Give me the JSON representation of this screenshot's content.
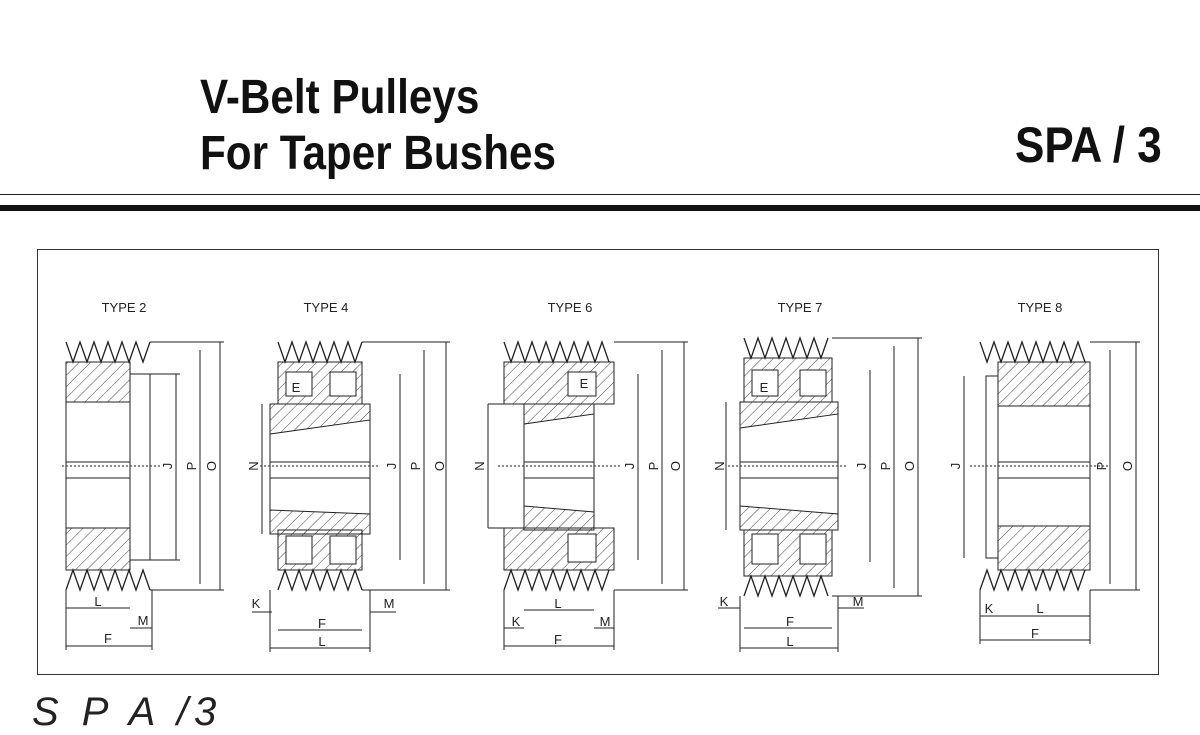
{
  "header": {
    "title_line1": "V-Belt  Pulleys",
    "title_line2": "For Taper Bushes",
    "code": "SPA / 3"
  },
  "types": [
    {
      "label": "TYPE 2",
      "dims": [
        "J",
        "P",
        "O",
        "L",
        "M",
        "F"
      ]
    },
    {
      "label": "TYPE 4",
      "dims": [
        "E",
        "N",
        "J",
        "P",
        "O",
        "K",
        "M",
        "F",
        "L"
      ]
    },
    {
      "label": "TYPE 6",
      "dims": [
        "E",
        "N",
        "J",
        "P",
        "O",
        "L",
        "K",
        "M",
        "F"
      ]
    },
    {
      "label": "TYPE 7",
      "dims": [
        "E",
        "N",
        "J",
        "P",
        "O",
        "K",
        "M",
        "F",
        "L"
      ]
    },
    {
      "label": "TYPE 8",
      "dims": [
        "J",
        "P",
        "O",
        "K",
        "L",
        "F"
      ]
    }
  ],
  "footer": {
    "text": "S P A  /3"
  }
}
